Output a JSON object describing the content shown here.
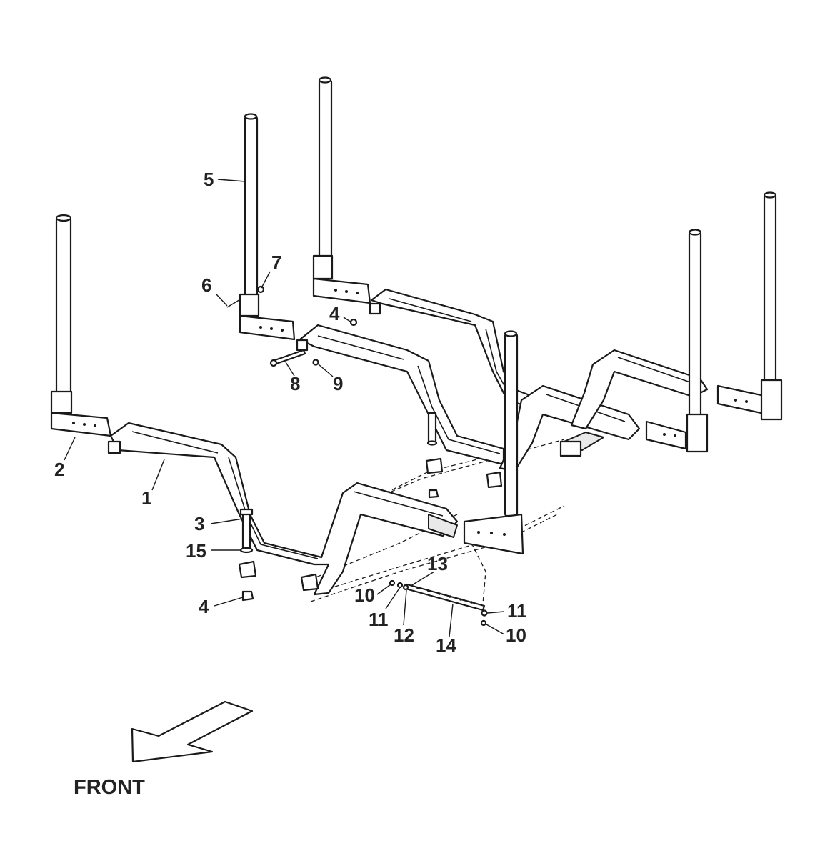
{
  "callouts": {
    "c1": "1",
    "c2": "2",
    "c3": "3",
    "c4a": "4",
    "c4b": "4",
    "c5": "5",
    "c6": "6",
    "c7": "7",
    "c8": "8",
    "c9": "9",
    "c10a": "10",
    "c10b": "10",
    "c11a": "11",
    "c11b": "11",
    "c12": "12",
    "c13": "13",
    "c14": "14",
    "c15": "15"
  },
  "orientation": {
    "label": "FRONT",
    "arrow_icon": "arrow-down-left-icon"
  },
  "colors": {
    "line": "#1a1a1a",
    "text": "#222222",
    "background": "#ffffff"
  }
}
